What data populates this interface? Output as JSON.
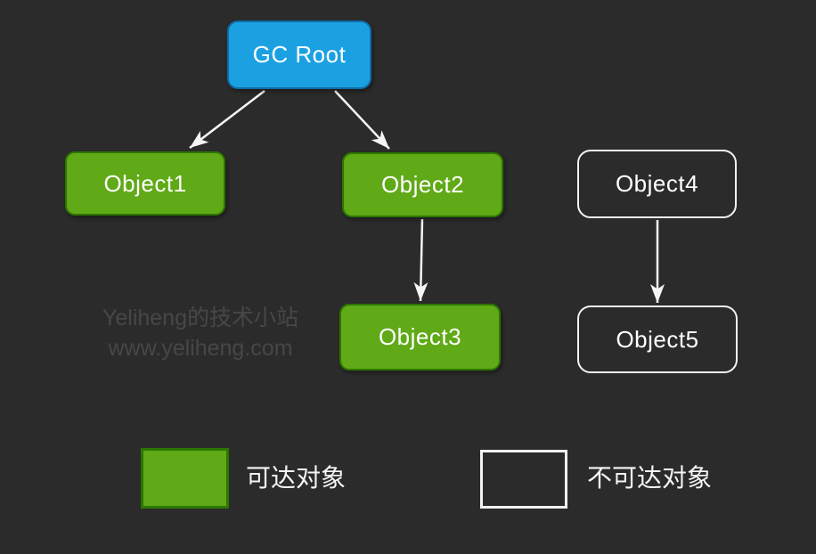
{
  "colors": {
    "background": "#2b2b2b",
    "root_fill": "#1ba1e2",
    "root_stroke": "#0e6da8",
    "reachable_fill": "#60a917",
    "reachable_stroke": "#2d7600",
    "unreachable_stroke": "#f2f2f2",
    "edge": "#f5f5f5",
    "text": "#ffffff",
    "watermark": "#474747"
  },
  "diagram": {
    "nodes": [
      {
        "id": "gc-root",
        "label": "GC Root",
        "kind": "root"
      },
      {
        "id": "object1",
        "label": "Object1",
        "kind": "reachable"
      },
      {
        "id": "object2",
        "label": "Object2",
        "kind": "reachable"
      },
      {
        "id": "object3",
        "label": "Object3",
        "kind": "reachable"
      },
      {
        "id": "object4",
        "label": "Object4",
        "kind": "unreachable"
      },
      {
        "id": "object5",
        "label": "Object5",
        "kind": "unreachable"
      }
    ],
    "edges": [
      {
        "from": "gc-root",
        "to": "object1"
      },
      {
        "from": "gc-root",
        "to": "object2"
      },
      {
        "from": "object2",
        "to": "object3"
      },
      {
        "from": "object4",
        "to": "object5"
      }
    ]
  },
  "watermark": {
    "line1": "Yeliheng的技术小站",
    "line2": "www.yeliheng.com"
  },
  "legend": {
    "reachable_label": "可达对象",
    "unreachable_label": "不可达对象"
  }
}
